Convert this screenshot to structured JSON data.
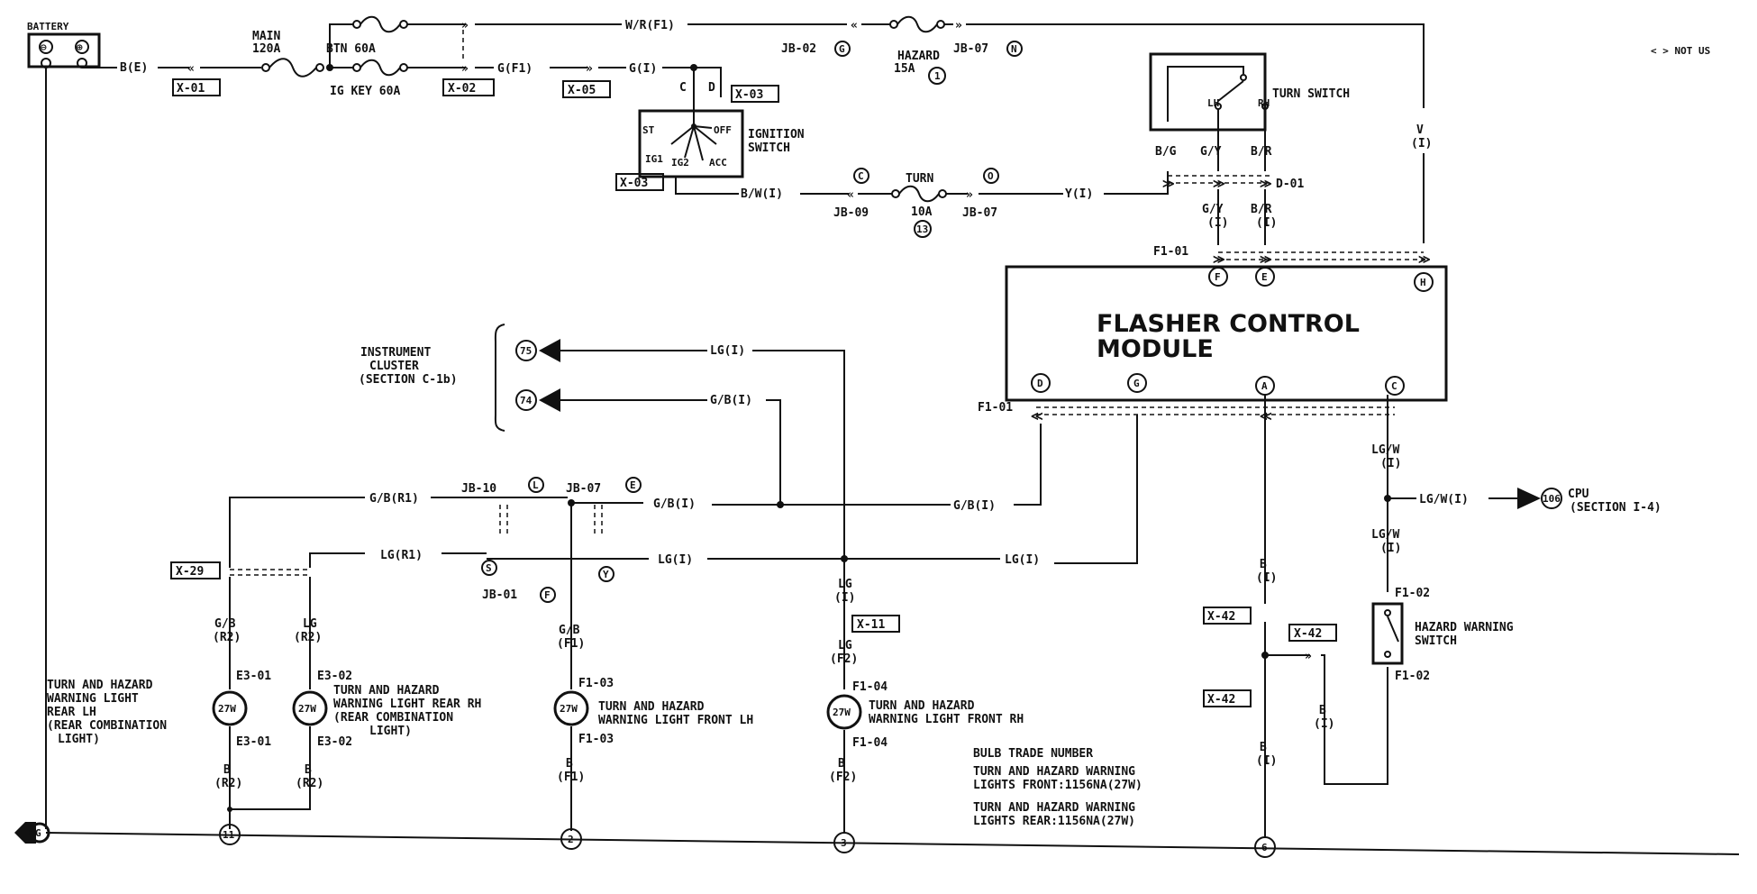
{
  "header": {
    "not_used_note": "< > NOT US"
  },
  "battery": {
    "label": "BATTERY",
    "neg": "⊖",
    "pos": "⊕"
  },
  "wires": {
    "b_e": "B(E)",
    "w_r_f1": "W/R(F1)",
    "g_f1": "G(F1)",
    "g_1": "G(I)",
    "b_w_1": "B/W(I)",
    "y_1": "Y(I)",
    "v": "V",
    "v_1": "(I)",
    "b_g": "B/G",
    "g_y": "G/Y",
    "b_r": "B/R",
    "g_y_2": "G/Y",
    "g_y_2p": "(I)",
    "b_r_2": "B/R",
    "b_r_2p": "(I)",
    "lg_1_top": "LG(I)",
    "g_b_1_top": "G/B(I)",
    "g_b_r1": "G/B(R1)",
    "g_b_1_mid": "G/B(I)",
    "g_b_1_right": "G/B(I)",
    "lg_r1": "LG(R1)",
    "lg_1_mid": "LG(I)",
    "lg_1_right": "LG(I)",
    "lg_w": "LG/W",
    "lg_w_p": "(I)",
    "lg_w_1": "LG/W(I)",
    "lg_w_b": "LG/W",
    "lg_w_bp": "(I)",
    "b": "B",
    "b_p": "(I)",
    "b_low": "B",
    "b_lowp": "(I)",
    "b_sw": "B",
    "b_swp": "(I)",
    "gb_r2": "G/B",
    "gb_r2p": "(R2)",
    "lg_r2": "LG",
    "lg_r2p": "(R2)",
    "b_r2a": "B",
    "b_r2ap": "(R2)",
    "b_r2b": "B",
    "b_r2bp": "(R2)",
    "gb_f1": "G/B",
    "gb_f1p": "(F1)",
    "b_f1": "B",
    "b_f1p": "(F1)",
    "lg_i": "LG",
    "lg_ip": "(I)",
    "lg_f2": "LG",
    "lg_f2p": "(F2)",
    "b_f2": "B",
    "b_f2p": "(F2)"
  },
  "components": {
    "main_fuse": "MAIN",
    "main_fuse_amp": "120A",
    "btn_fuse": "BTN 60A",
    "ig_key_fuse": "IG KEY 60A",
    "hazard_fuse": "HAZARD",
    "hazard_fuse_amp": "15A",
    "hazard_fuse_num": "1",
    "turn_fuse": "TURN",
    "turn_fuse_amp": "10A",
    "turn_fuse_num": "13",
    "ignition_switch": "IGNITION",
    "ignition_switch2": "SWITCH",
    "ign_c": "C",
    "ign_d": "D",
    "ign_st": "ST",
    "ign_off": "OFF",
    "ign_ig1": "IG1",
    "ign_ig2": "IG2",
    "ign_acc": "ACC",
    "turn_switch": "TURN SWITCH",
    "lh": "LH",
    "rh": "RH",
    "fcm_line1": "FLASHER CONTROL",
    "fcm_line2": "MODULE",
    "instrument_cluster": "INSTRUMENT",
    "instrument_cluster2": "CLUSTER",
    "instrument_cluster3": "(SECTION C-1b)",
    "ic_pin75": "75",
    "ic_pin74": "74",
    "cpu_pin": "106",
    "cpu": "CPU",
    "cpu_section": "(SECTION I-4)",
    "hazard_switch": "HAZARD WARNING",
    "hazard_switch2": "SWITCH",
    "bulb": "27W"
  },
  "connectors": {
    "x01": "X-01",
    "x02": "X-02",
    "x05": "X-05",
    "x03a": "X-03",
    "x03b": "X-03",
    "x29": "X-29",
    "x11": "X-11",
    "x42a": "X-42",
    "x42b": "X-42",
    "x42c": "X-42",
    "jb02": "JB-02",
    "jb02_pin": "G",
    "jb07a": "JB-07",
    "jb07a_pin": "N",
    "jb09": "JB-09",
    "jb09_pin": "C",
    "jb07b": "JB-07",
    "jb07b_pin": "O",
    "d01": "D-01",
    "f101_top": "F1-01",
    "f101_bot": "F1-01",
    "jb10": "JB-10",
    "jb10_pin": "L",
    "jb07c": "JB-07",
    "jb07c_pin": "E",
    "jb01": "JB-01",
    "jb01_pin": "F",
    "pin_s": "S",
    "pin_y": "Y",
    "f102a": "F1-02",
    "f102b": "F1-02",
    "e301a": "E3-01",
    "e301b": "E3-01",
    "e302a": "E3-02",
    "e302b": "E3-02",
    "f103a": "F1-03",
    "f103b": "F1-03",
    "f104a": "F1-04",
    "f104b": "F1-04"
  },
  "fcm_pins": {
    "f": "F",
    "e": "E",
    "h": "H",
    "d": "D",
    "g": "G",
    "a": "A",
    "c": "C"
  },
  "lights": {
    "rear_lh_1": "TURN AND HAZARD",
    "rear_lh_2": "WARNING LIGHT",
    "rear_lh_3": "REAR LH",
    "rear_lh_4": "(REAR COMBINATION",
    "rear_lh_5": "LIGHT)",
    "rear_rh_1": "TURN AND HAZARD",
    "rear_rh_2": "WARNING LIGHT REAR RH",
    "rear_rh_3": "(REAR COMBINATION",
    "rear_rh_4": "LIGHT)",
    "front_lh_1": "TURN AND HAZARD",
    "front_lh_2": "WARNING LIGHT FRONT LH",
    "front_rh_1": "TURN AND HAZARD",
    "front_rh_2": "WARNING LIGHT FRONT RH"
  },
  "grounds": {
    "g11": "11",
    "g2": "2",
    "g3": "3",
    "g6": "6",
    "g_main": "G"
  },
  "notes": {
    "bulb_title": "BULB TRADE NUMBER",
    "front1": "TURN AND HAZARD WARNING",
    "front2": "LIGHTS FRONT:1156NA(27W)",
    "rear1": "TURN AND HAZARD WARNING",
    "rear2": "LIGHTS REAR:1156NA(27W)"
  }
}
